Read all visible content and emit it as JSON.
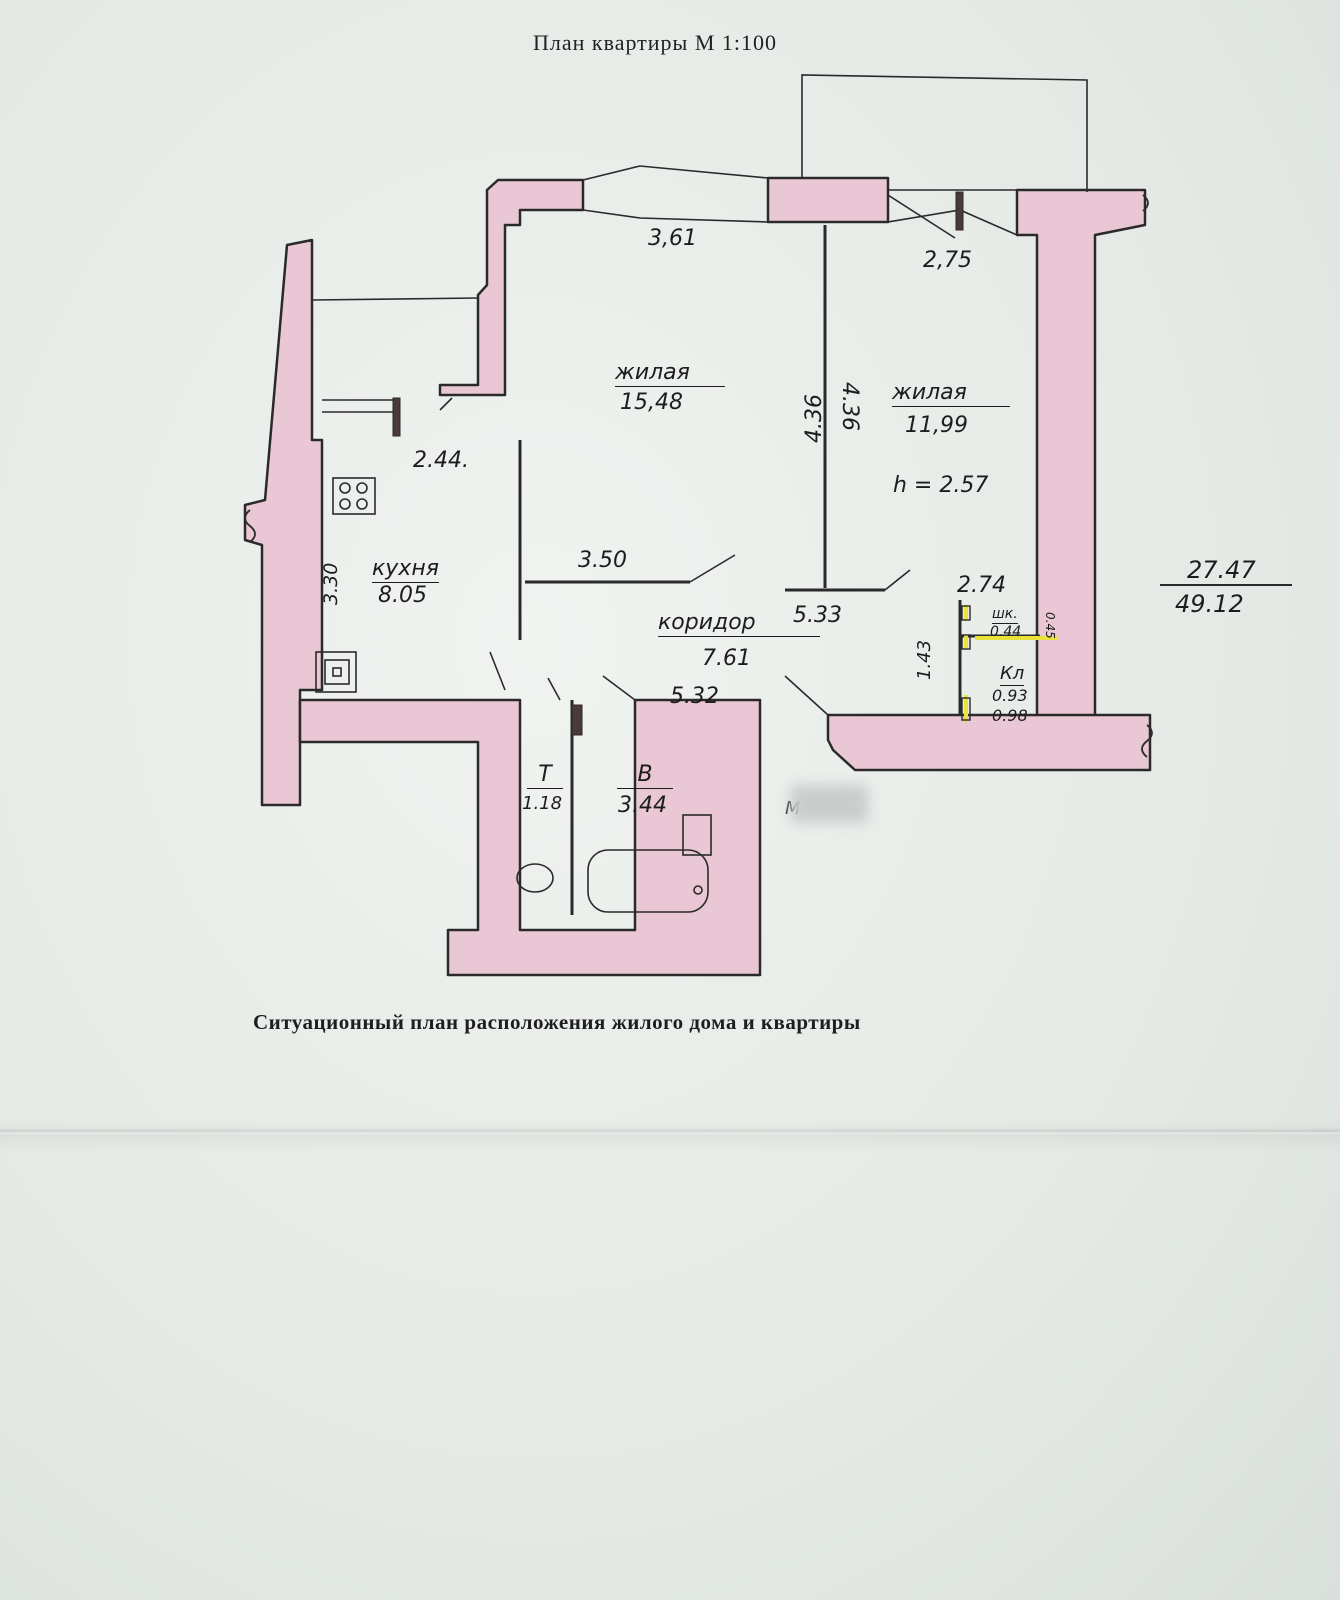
{
  "header": {
    "title": "План квартиры М 1:100"
  },
  "footer": {
    "caption": "Ситуационный план расположения жилого дома и квартиры"
  },
  "rooms": {
    "kitchen": {
      "name": "кухня",
      "area": "8.05"
    },
    "living1": {
      "name": "жилая",
      "area": "15,48"
    },
    "living2": {
      "name": "жилая",
      "area": "11,99"
    },
    "corridor": {
      "name": "коридор",
      "area": "7.61"
    },
    "toilet": {
      "name": "Т",
      "area": "1.18"
    },
    "bath": {
      "name": "В",
      "area": "3.44"
    },
    "pantry": {
      "name": "Кл",
      "area": "0.93",
      "area2": "0.98"
    },
    "closet": {
      "name": "шк.",
      "area": "0.44"
    }
  },
  "dimensions": {
    "d_361": "3,61",
    "d_275": "2,75",
    "d_244": "2.44.",
    "d_436a": "4.36",
    "d_436b": "4.36",
    "d_330": "3.30",
    "d_350": "3.50",
    "d_533": "5.33",
    "d_274": "2.74",
    "d_045": "0.45",
    "d_143": "1.43",
    "d_532": "5.32"
  },
  "ceiling": {
    "height": "h = 2.57"
  },
  "totals": {
    "living_area": "27.47",
    "total_area": "49.12"
  },
  "colors": {
    "wall": "#e9c7d5",
    "line": "#2a2a2a",
    "paper": "#e7ebe8",
    "highlight": "#e8e23a"
  },
  "mark": {
    "letter": "М"
  }
}
